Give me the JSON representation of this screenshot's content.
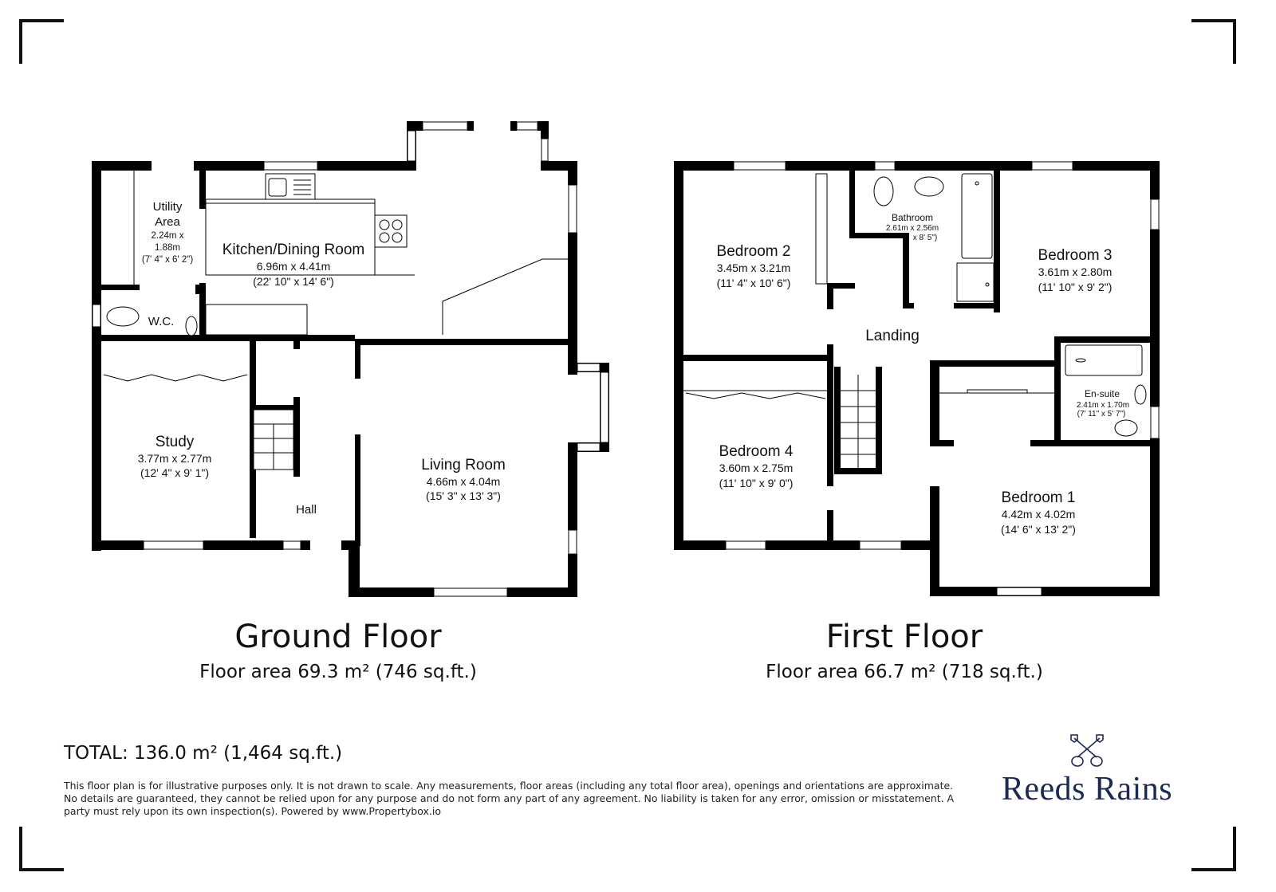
{
  "ground_floor": {
    "title": "Ground Floor",
    "area": "Floor area 69.3 m² (746 sq.ft.)",
    "rooms": [
      {
        "name": "Kitchen/Dining Room",
        "metric": "6.96m x 4.41m",
        "imperial": "(22' 10\" x 14' 6\")"
      },
      {
        "name_line1": "Utility",
        "name_line2": "Area",
        "metric_line1": "2.24m x",
        "metric_line2": "1.88m",
        "imperial": "(7' 4\" x 6' 2\")"
      },
      {
        "name": "W.C."
      },
      {
        "name": "Study",
        "metric": "3.77m x 2.77m",
        "imperial": "(12' 4\" x 9' 1\")"
      },
      {
        "name": "Hall"
      },
      {
        "name": "Living Room",
        "metric": "4.66m x 4.04m",
        "imperial": "(15' 3\" x 13' 3\")"
      }
    ]
  },
  "first_floor": {
    "title": "First Floor",
    "area": "Floor area 66.7 m² (718 sq.ft.)",
    "rooms": [
      {
        "name": "Bedroom 2",
        "metric": "3.45m x 3.21m",
        "imperial": "(11' 4\" x 10' 6\")"
      },
      {
        "name": "Bathroom",
        "metric": "2.61m x 2.56m",
        "imperial": "x 8' 5\")"
      },
      {
        "name": "Bedroom 3",
        "metric": "3.61m x 2.80m",
        "imperial": "(11' 10\" x 9' 2\")"
      },
      {
        "name": "Landing"
      },
      {
        "name": "Bedroom 4",
        "metric": "3.60m x 2.75m",
        "imperial": "(11' 10\" x 9' 0\")"
      },
      {
        "name": "En-suite",
        "metric": "2.41m x 1.70m",
        "imperial": "(7' 11\" x 5' 7\")"
      },
      {
        "name": "Bedroom 1",
        "metric": "4.42m x 4.02m",
        "imperial": "(14' 6\" x 13' 2\")"
      }
    ]
  },
  "total": "TOTAL: 136.0 m² (1,464 sq.ft.)",
  "disclaimer": "This floor plan is for illustrative purposes only. It is not drawn to scale. Any measurements, floor areas (including any total floor area), openings and orientations are approximate. No details are guaranteed, they cannot be relied upon for any purpose and do not form any part of any agreement. No liability is taken for any error, omission or misstatement. A party must rely upon its own inspection(s). Powered by www.Propertybox.io",
  "logo": {
    "icon": "crossed-keys-icon",
    "text": "Reeds Rains",
    "color": "#1b2a52"
  },
  "colors": {
    "wall": "#000000",
    "background": "#ffffff"
  }
}
